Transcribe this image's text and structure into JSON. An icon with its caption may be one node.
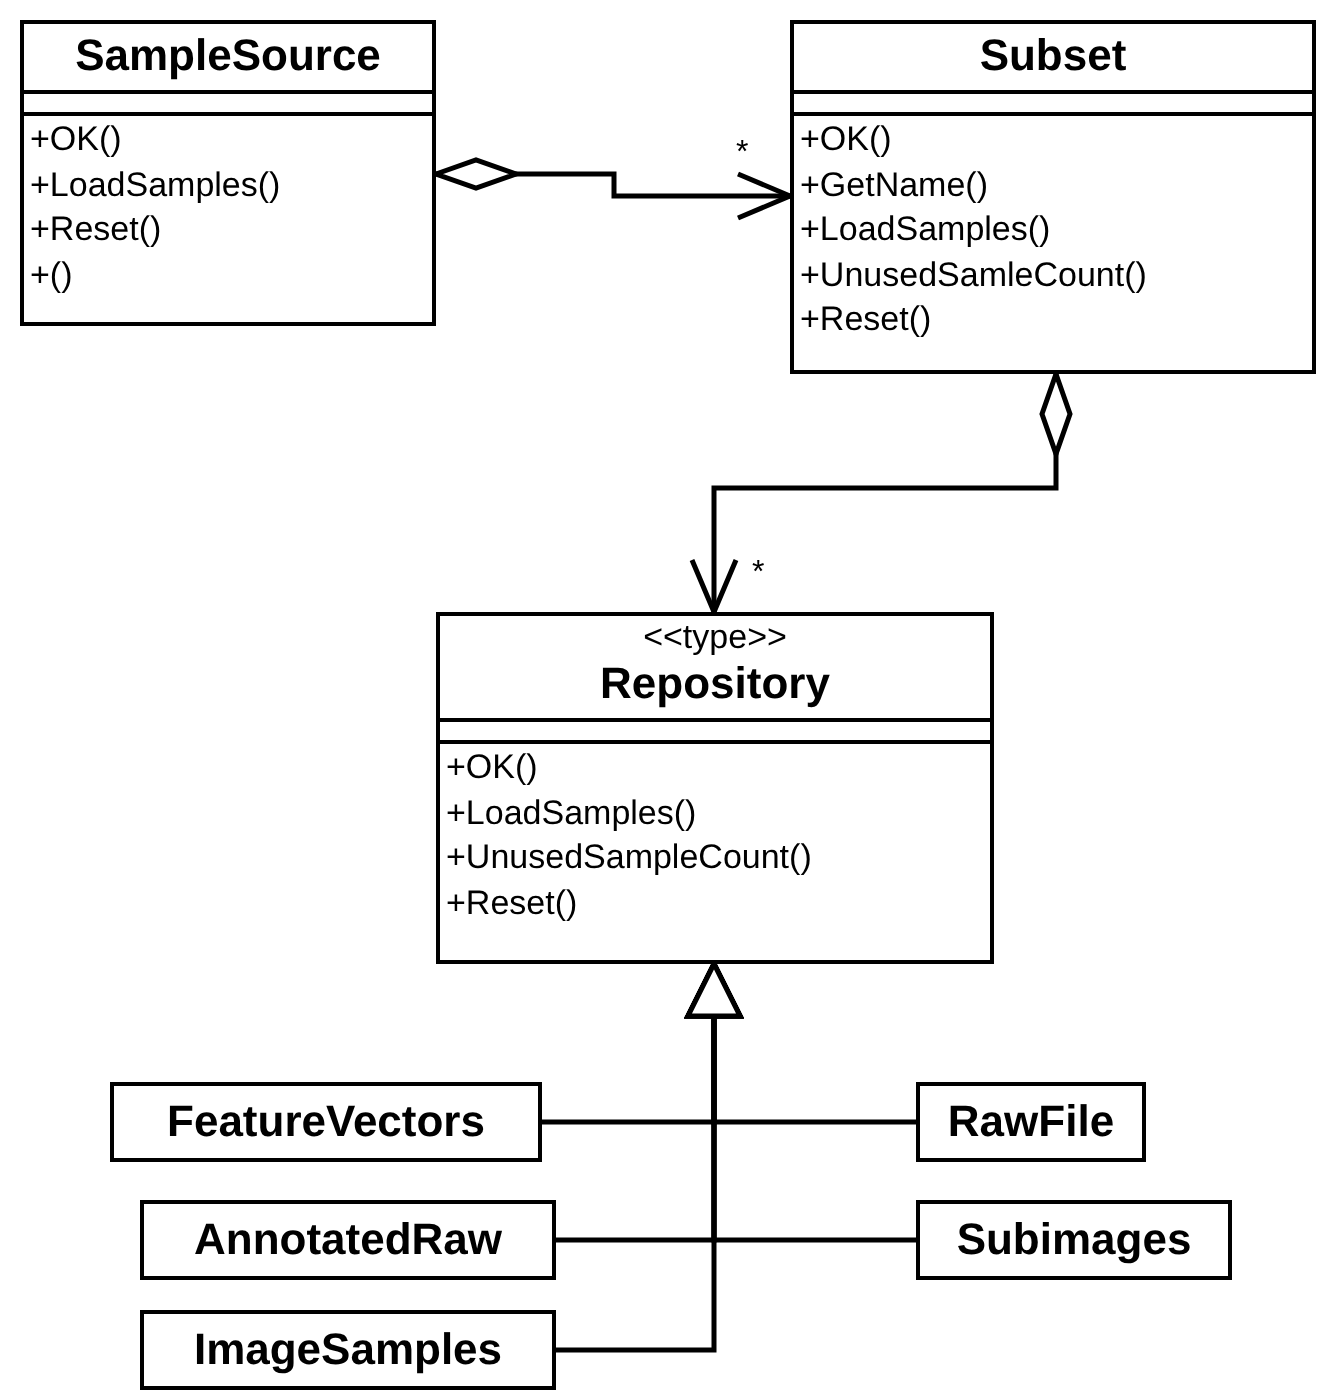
{
  "diagram": {
    "nodes": [
      {
        "text": [
          "SampleSource",
          "+OK()",
          "+LoadSamples()",
          "+Reset()",
          "+()"
        ]
      },
      {
        "text": [
          "Subset",
          "+OK()",
          "+GetName()",
          "+LoadSamples()",
          "+UnusedSamleCount()",
          "+Reset()"
        ]
      },
      {
        "text": [
          "<<type>>",
          "Repository",
          "+OK()",
          "+LoadSamples()",
          "+UnusedSampleCount()",
          "+Reset()"
        ]
      },
      {
        "text": [
          "FeatureVectors"
        ]
      },
      {
        "text": [
          "RawFile"
        ]
      },
      {
        "text": [
          "AnnotatedRaw"
        ]
      },
      {
        "text": [
          "Subimages"
        ]
      },
      {
        "text": [
          "ImageSamples"
        ]
      }
    ],
    "edges": [
      {
        "from": 0,
        "to": 1,
        "arrow": "to",
        "label": "*"
      },
      {
        "from": 1,
        "to": 2,
        "arrow": "to",
        "label": "*"
      },
      {
        "from": 3,
        "to": 2,
        "arrow": "to"
      },
      {
        "from": 4,
        "to": 2,
        "arrow": "to"
      },
      {
        "from": 5,
        "to": 2,
        "arrow": "to"
      },
      {
        "from": 6,
        "to": 2,
        "arrow": "to"
      },
      {
        "from": 7,
        "to": 2,
        "arrow": "to"
      }
    ]
  }
}
